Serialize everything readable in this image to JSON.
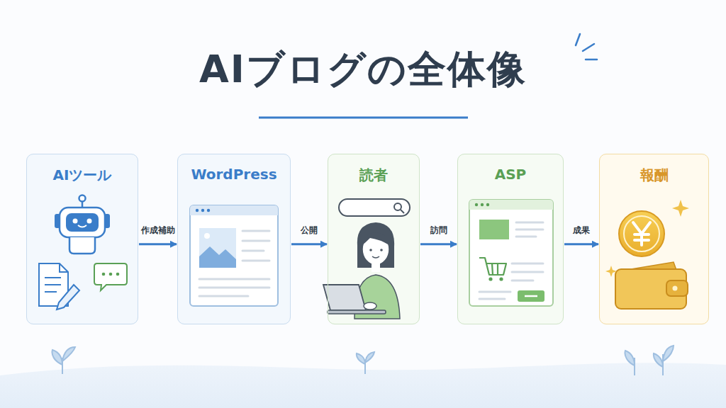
{
  "diagram": {
    "title": "AIブログの全体像",
    "nodes": [
      {
        "text": [
          "AIツール"
        ]
      },
      {
        "text": [
          "WordPress"
        ]
      },
      {
        "text": [
          "読者"
        ]
      },
      {
        "text": [
          "ASP"
        ]
      },
      {
        "text": [
          "報酬"
        ]
      }
    ],
    "edges": [
      {
        "from": 0,
        "to": 1,
        "label": "作成補助",
        "arrow": "to"
      },
      {
        "from": 1,
        "to": 2,
        "label": "公開",
        "arrow": "to"
      },
      {
        "from": 2,
        "to": 3,
        "label": "訪問",
        "arrow": "to"
      },
      {
        "from": 3,
        "to": 4,
        "label": "成果",
        "arrow": "to"
      }
    ]
  }
}
